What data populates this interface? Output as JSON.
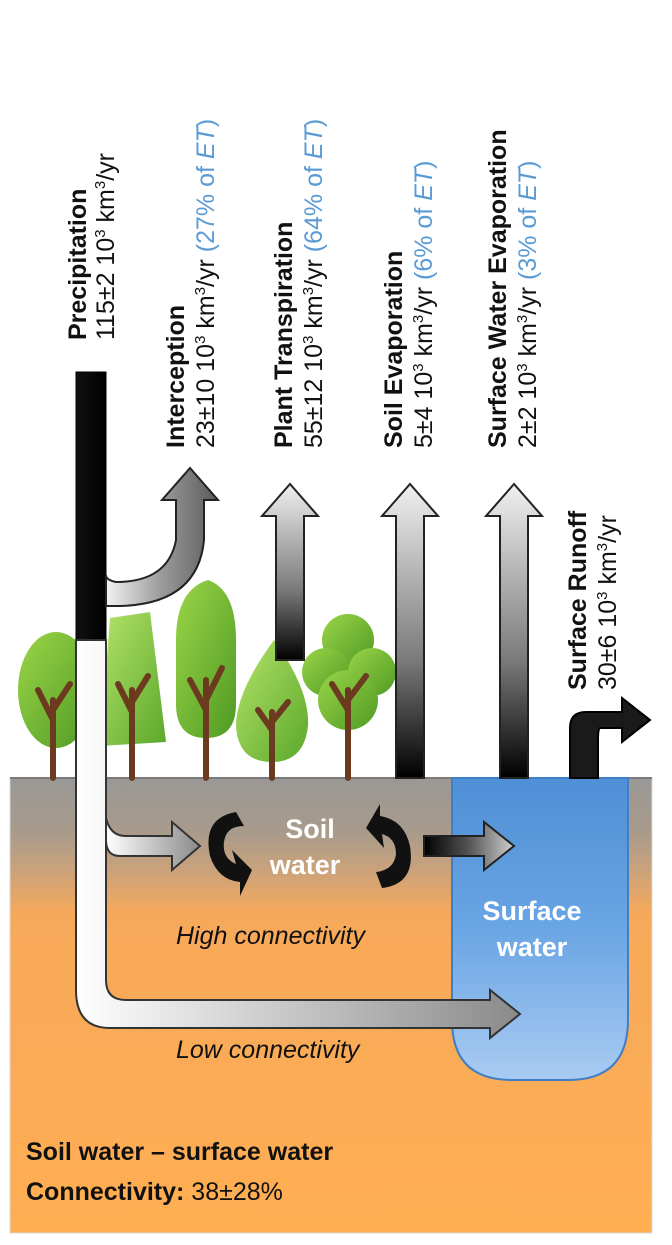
{
  "fluxes": {
    "precipitation": {
      "title": "Precipitation",
      "value": "115±2 10",
      "sup": "3",
      "unit": " km",
      "unit_sup": "3",
      "unit_tail": "/yr"
    },
    "interception": {
      "title": "Interception",
      "value": "23±10 10",
      "sup": "3",
      "unit": " km",
      "unit_sup": "3",
      "unit_tail": "/yr",
      "et_open": " (27% of ",
      "et_word": "ET",
      "et_close": ")"
    },
    "plant_transpiration": {
      "title": "Plant Transpiration",
      "value": "55±12 10",
      "sup": "3",
      "unit": " km",
      "unit_sup": "3",
      "unit_tail": "/yr",
      "et_open": " (64% of ",
      "et_word": "ET",
      "et_close": ")"
    },
    "soil_evaporation": {
      "title": "Soil Evaporation",
      "value": "5±4 10",
      "sup": "3",
      "unit": " km",
      "unit_sup": "3",
      "unit_tail": "/yr",
      "et_open": " (6% of ",
      "et_word": "ET",
      "et_close": ")"
    },
    "surface_water_evaporation": {
      "title": "Surface Water Evaporation",
      "value": "2±2 10",
      "sup": "3",
      "unit": " km",
      "unit_sup": "3",
      "unit_tail": "/yr",
      "et_open": " (3% of ",
      "et_word": "ET",
      "et_close": ")"
    },
    "surface_runoff": {
      "title": "Surface Runoff",
      "value": "30±6 10",
      "sup": "3",
      "unit": " km",
      "unit_sup": "3",
      "unit_tail": "/yr"
    }
  },
  "soil_water_line1": "Soil",
  "soil_water_line2": "water",
  "surface_water_line1": "Surface",
  "surface_water_line2": "water",
  "high_connectivity": "High connectivity",
  "low_connectivity": "Low connectivity",
  "connectivity": {
    "line1": "Soil water – surface water",
    "label": "Connectivity:",
    "value": " 38±28%"
  },
  "colors": {
    "soil_top": "#9e9b97",
    "soil_bottom": "#ffad4f",
    "surface_water": "#6fa6e0",
    "et_text": "#5b9bd5",
    "tree_green": "#7bc13a",
    "trunk": "#6b3a1f"
  }
}
